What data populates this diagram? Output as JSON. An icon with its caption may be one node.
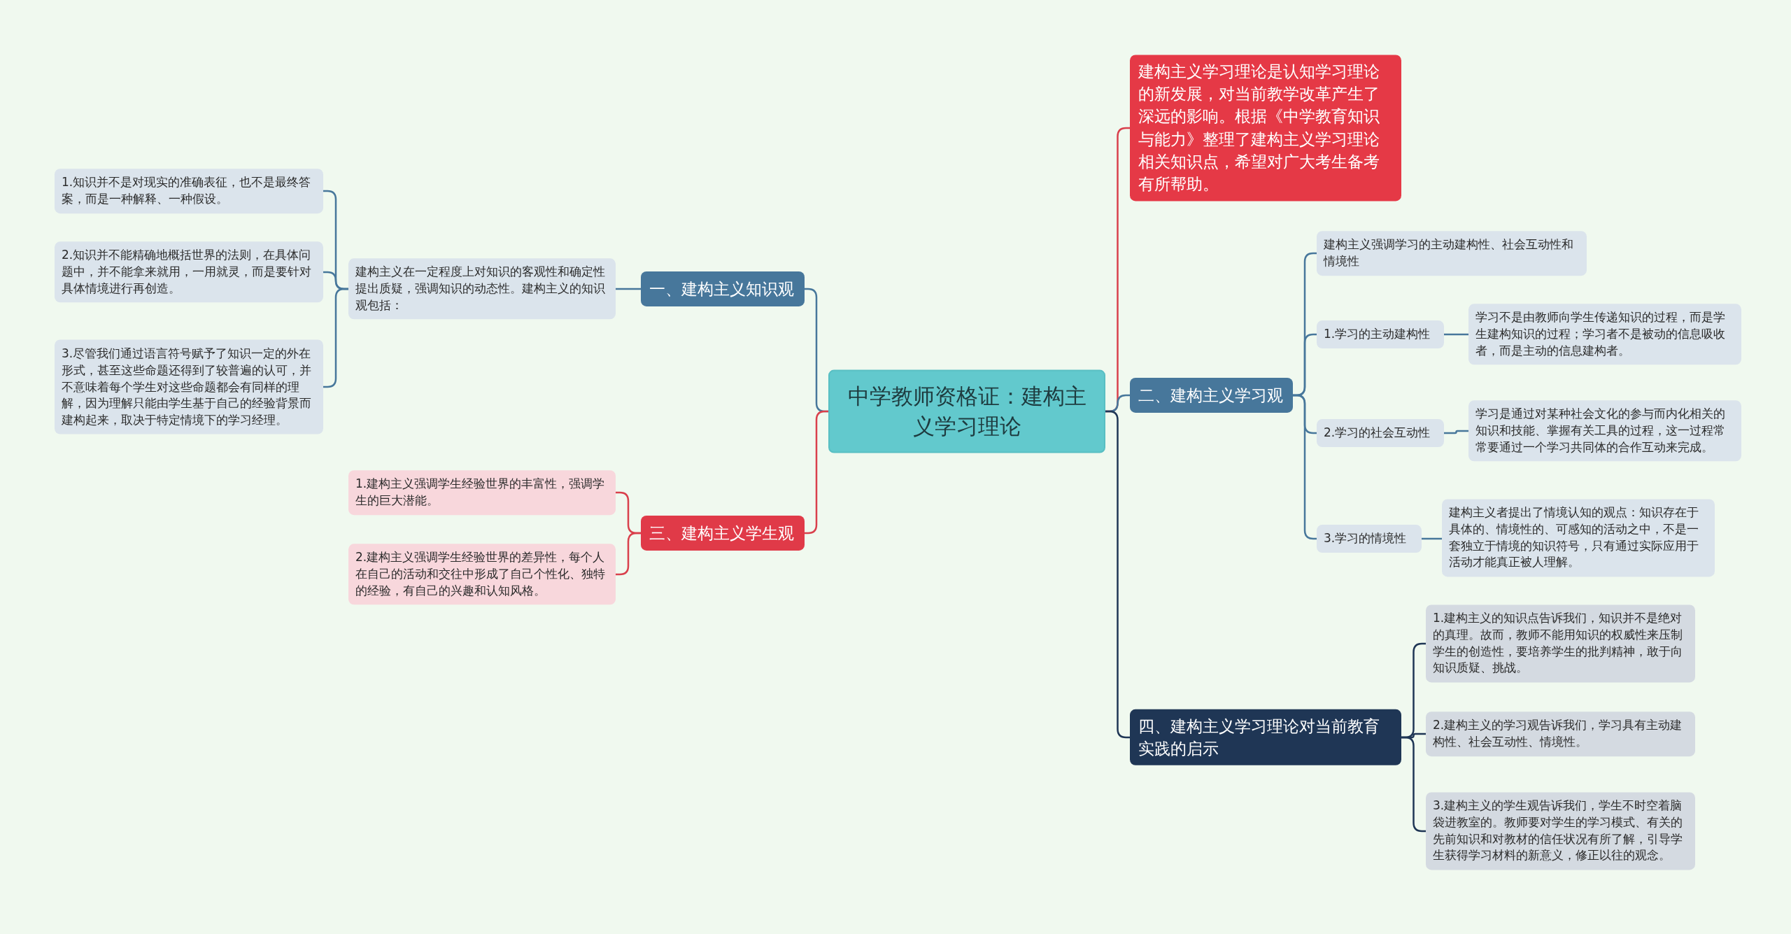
{
  "diagram": {
    "nodes": [
      {
        "text": [
          "中学教师资格证：建构主义学习理论"
        ]
      },
      {
        "text": [
          "一、建构主义知识观"
        ]
      },
      {
        "text": [
          "建构主义在一定程度上对知识的客观性和确定性提出质疑，强调知识的动态性。建构主义的知识观包括："
        ]
      },
      {
        "text": [
          "1.知识并不是对现实的准确表征，也不是最终答案，而是一种解释、一种假设。"
        ]
      },
      {
        "text": [
          "2.知识并不能精确地概括世界的法则，在具体问题中，并不能拿来就用，一用就灵，而是要针对具体情境进行再创造。"
        ]
      },
      {
        "text": [
          "3.尽管我们通过语言符号赋予了知识一定的外在形式，甚至这些命题还得到了较普遍的认可，并不意味着每个学生对这些命题都会有同样的理解，因为理解只能由学生基于自己的经验背景而建构起来，取决于特定情境下的学习经理。"
        ]
      },
      {
        "text": [
          "三、建构主义学生观"
        ]
      },
      {
        "text": [
          "1.建构主义强调学生经验世界的丰富性，强调学生的巨大潜能。"
        ]
      },
      {
        "text": [
          "2.建构主义强调学生经验世界的差异性，每个人在自己的活动和交往中形成了自己个性化、独特的经验，有自己的兴趣和认知风格。"
        ]
      },
      {
        "text": [
          "建构主义学习理论是认知学习理论的新发展，对当前教学改革产生了深远的影响。根据《中学教育知识与能力》整理了建构主义学习理论相关知识点，希望对广大考生备考有所帮助。"
        ]
      },
      {
        "text": [
          "二、建构主义学习观"
        ]
      },
      {
        "text": [
          "建构主义强调学习的主动建构性、社会互动性和情境性"
        ]
      },
      {
        "text": [
          "1.学习的主动建构性"
        ]
      },
      {
        "text": [
          "学习不是由教师向学生传递知识的过程，而是学生建构知识的过程；学习者不是被动的信息吸收者，而是主动的信息建构者。"
        ]
      },
      {
        "text": [
          "2.学习的社会互动性"
        ]
      },
      {
        "text": [
          "学习是通过对某种社会文化的参与而内化相关的知识和技能、掌握有关工具的过程，这一过程常常要通过一个学习共同体的合作互动来完成。"
        ]
      },
      {
        "text": [
          "3.学习的情境性"
        ]
      },
      {
        "text": [
          "建构主义者提出了情境认知的观点：知识存在于具体的、情境性的、可感知的活动之中，不是一套独立于情境的知识符号，只有通过实际应用于活动才能真正被人理解。"
        ]
      },
      {
        "text": [
          "四、建构主义学习理论对当前教育实践的启示"
        ]
      },
      {
        "text": [
          "1.建构主义的知识点告诉我们，知识并不是绝对的真理。故而，教师不能用知识的权威性来压制学生的创造性，要培养学生的批判精神，敢于向知识质疑、挑战。"
        ]
      },
      {
        "text": [
          "2.建构主义的学习观告诉我们，学习具有主动建构性、社会互动性、情境性。"
        ]
      },
      {
        "text": [
          "3.建构主义的学生观告诉我们，学生不时空着脑袋进教室的。教师要对学生的学习模式、有关的先前知识和对教材的信任状况有所了解，引导学生获得学习材料的新意义，修正以往的观念。"
        ]
      }
    ],
    "edges": [
      {
        "from": 0,
        "to": 1,
        "arrow": "none"
      },
      {
        "from": 1,
        "to": 2,
        "arrow": "none"
      },
      {
        "from": 2,
        "to": 3,
        "arrow": "none"
      },
      {
        "from": 2,
        "to": 4,
        "arrow": "none"
      },
      {
        "from": 2,
        "to": 5,
        "arrow": "none"
      },
      {
        "from": 0,
        "to": 6,
        "arrow": "none",
        "color": "#d9404c"
      },
      {
        "from": 6,
        "to": 7,
        "arrow": "none",
        "color": "#d9404c"
      },
      {
        "from": 6,
        "to": 8,
        "arrow": "none",
        "color": "#d9404c"
      },
      {
        "from": 0,
        "to": 9,
        "arrow": "none",
        "color": "#d9404c"
      },
      {
        "from": 0,
        "to": 10,
        "arrow": "none"
      },
      {
        "from": 10,
        "to": 11,
        "arrow": "none"
      },
      {
        "from": 10,
        "to": 12,
        "arrow": "none"
      },
      {
        "from": 12,
        "to": 13,
        "arrow": "none"
      },
      {
        "from": 10,
        "to": 14,
        "arrow": "none"
      },
      {
        "from": 14,
        "to": 15,
        "arrow": "none"
      },
      {
        "from": 10,
        "to": 16,
        "arrow": "none"
      },
      {
        "from": 16,
        "to": 17,
        "arrow": "none"
      },
      {
        "from": 0,
        "to": 18,
        "arrow": "none",
        "color": "#1f3655"
      },
      {
        "from": 18,
        "to": 19,
        "arrow": "none",
        "color": "#1f3655"
      },
      {
        "from": 18,
        "to": 20,
        "arrow": "none",
        "color": "#1f3655"
      },
      {
        "from": 18,
        "to": 21,
        "arrow": "none",
        "color": "#1f3655"
      }
    ]
  }
}
